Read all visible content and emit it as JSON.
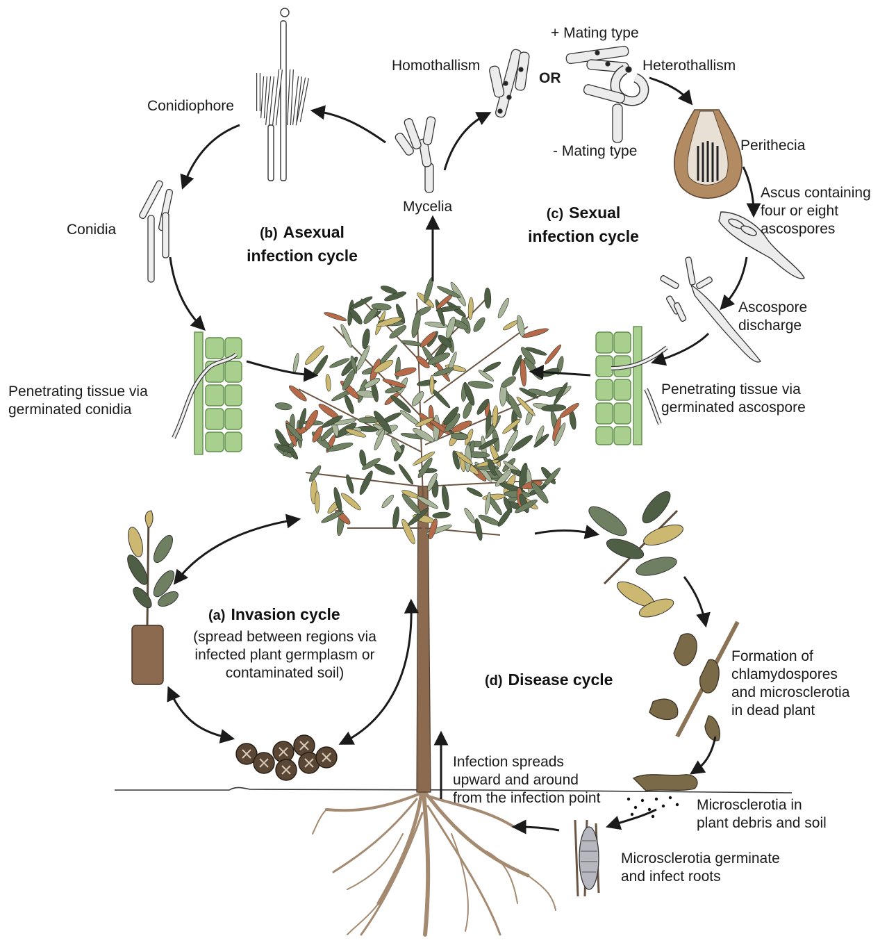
{
  "cycles": {
    "a": {
      "tag": "(a)",
      "title": "Invasion cycle",
      "desc": "(spread between regions via\ninfected plant germplasm or\ncontaminated soil)"
    },
    "b": {
      "tag": "(b)",
      "title_line1": "Asexual",
      "title_line2": "infection cycle"
    },
    "c": {
      "tag": "(c)",
      "title_line1": "Sexual",
      "title_line2": "infection cycle"
    },
    "d": {
      "tag": "(d)",
      "title": "Disease cycle"
    }
  },
  "labels": {
    "conidiophore": "Conidiophore",
    "conidia": "Conidia",
    "penetrating_conidia": "Penetrating tissue via\ngerminated conidia",
    "mycelia": "Mycelia",
    "homothallism": "Homothallism",
    "or": "OR",
    "plus_mating": "+ Mating type",
    "minus_mating": "- Mating type",
    "heterothallism": "Heterothallism",
    "perithecia": "Perithecia",
    "ascus": "Ascus containing\nfour or eight\nascospores",
    "ascospore_discharge": "Ascospore\ndischarge",
    "penetrating_ascospore": "Penetrating tissue via\ngerminated ascospore",
    "formation": "Formation of\nchlamydospores\nand microsclerotia\nin dead plant",
    "infection_spreads": "Infection spreads\nupward and around\nfrom the infection point",
    "microsclerotia_debris": "Microsclerotia in\nplant debris and soil",
    "microsclerotia_germinate": "Microsclerotia germinate\nand infect roots"
  },
  "colors": {
    "leaf_dark": "#4f5f45",
    "leaf_mid": "#6f8062",
    "leaf_light": "#a9b59a",
    "leaf_red": "#b76a4a",
    "leaf_yellow": "#cdb872",
    "trunk": "#8b6a4f",
    "root": "#a48a70",
    "tissue_green": "#a9cf8e",
    "tissue_line": "#5f8f4a",
    "fungal_grey": "#e4e4e4",
    "perithecium": "#b38b62",
    "capsule": "#5a4634",
    "arrow": "#1a1a1a"
  }
}
